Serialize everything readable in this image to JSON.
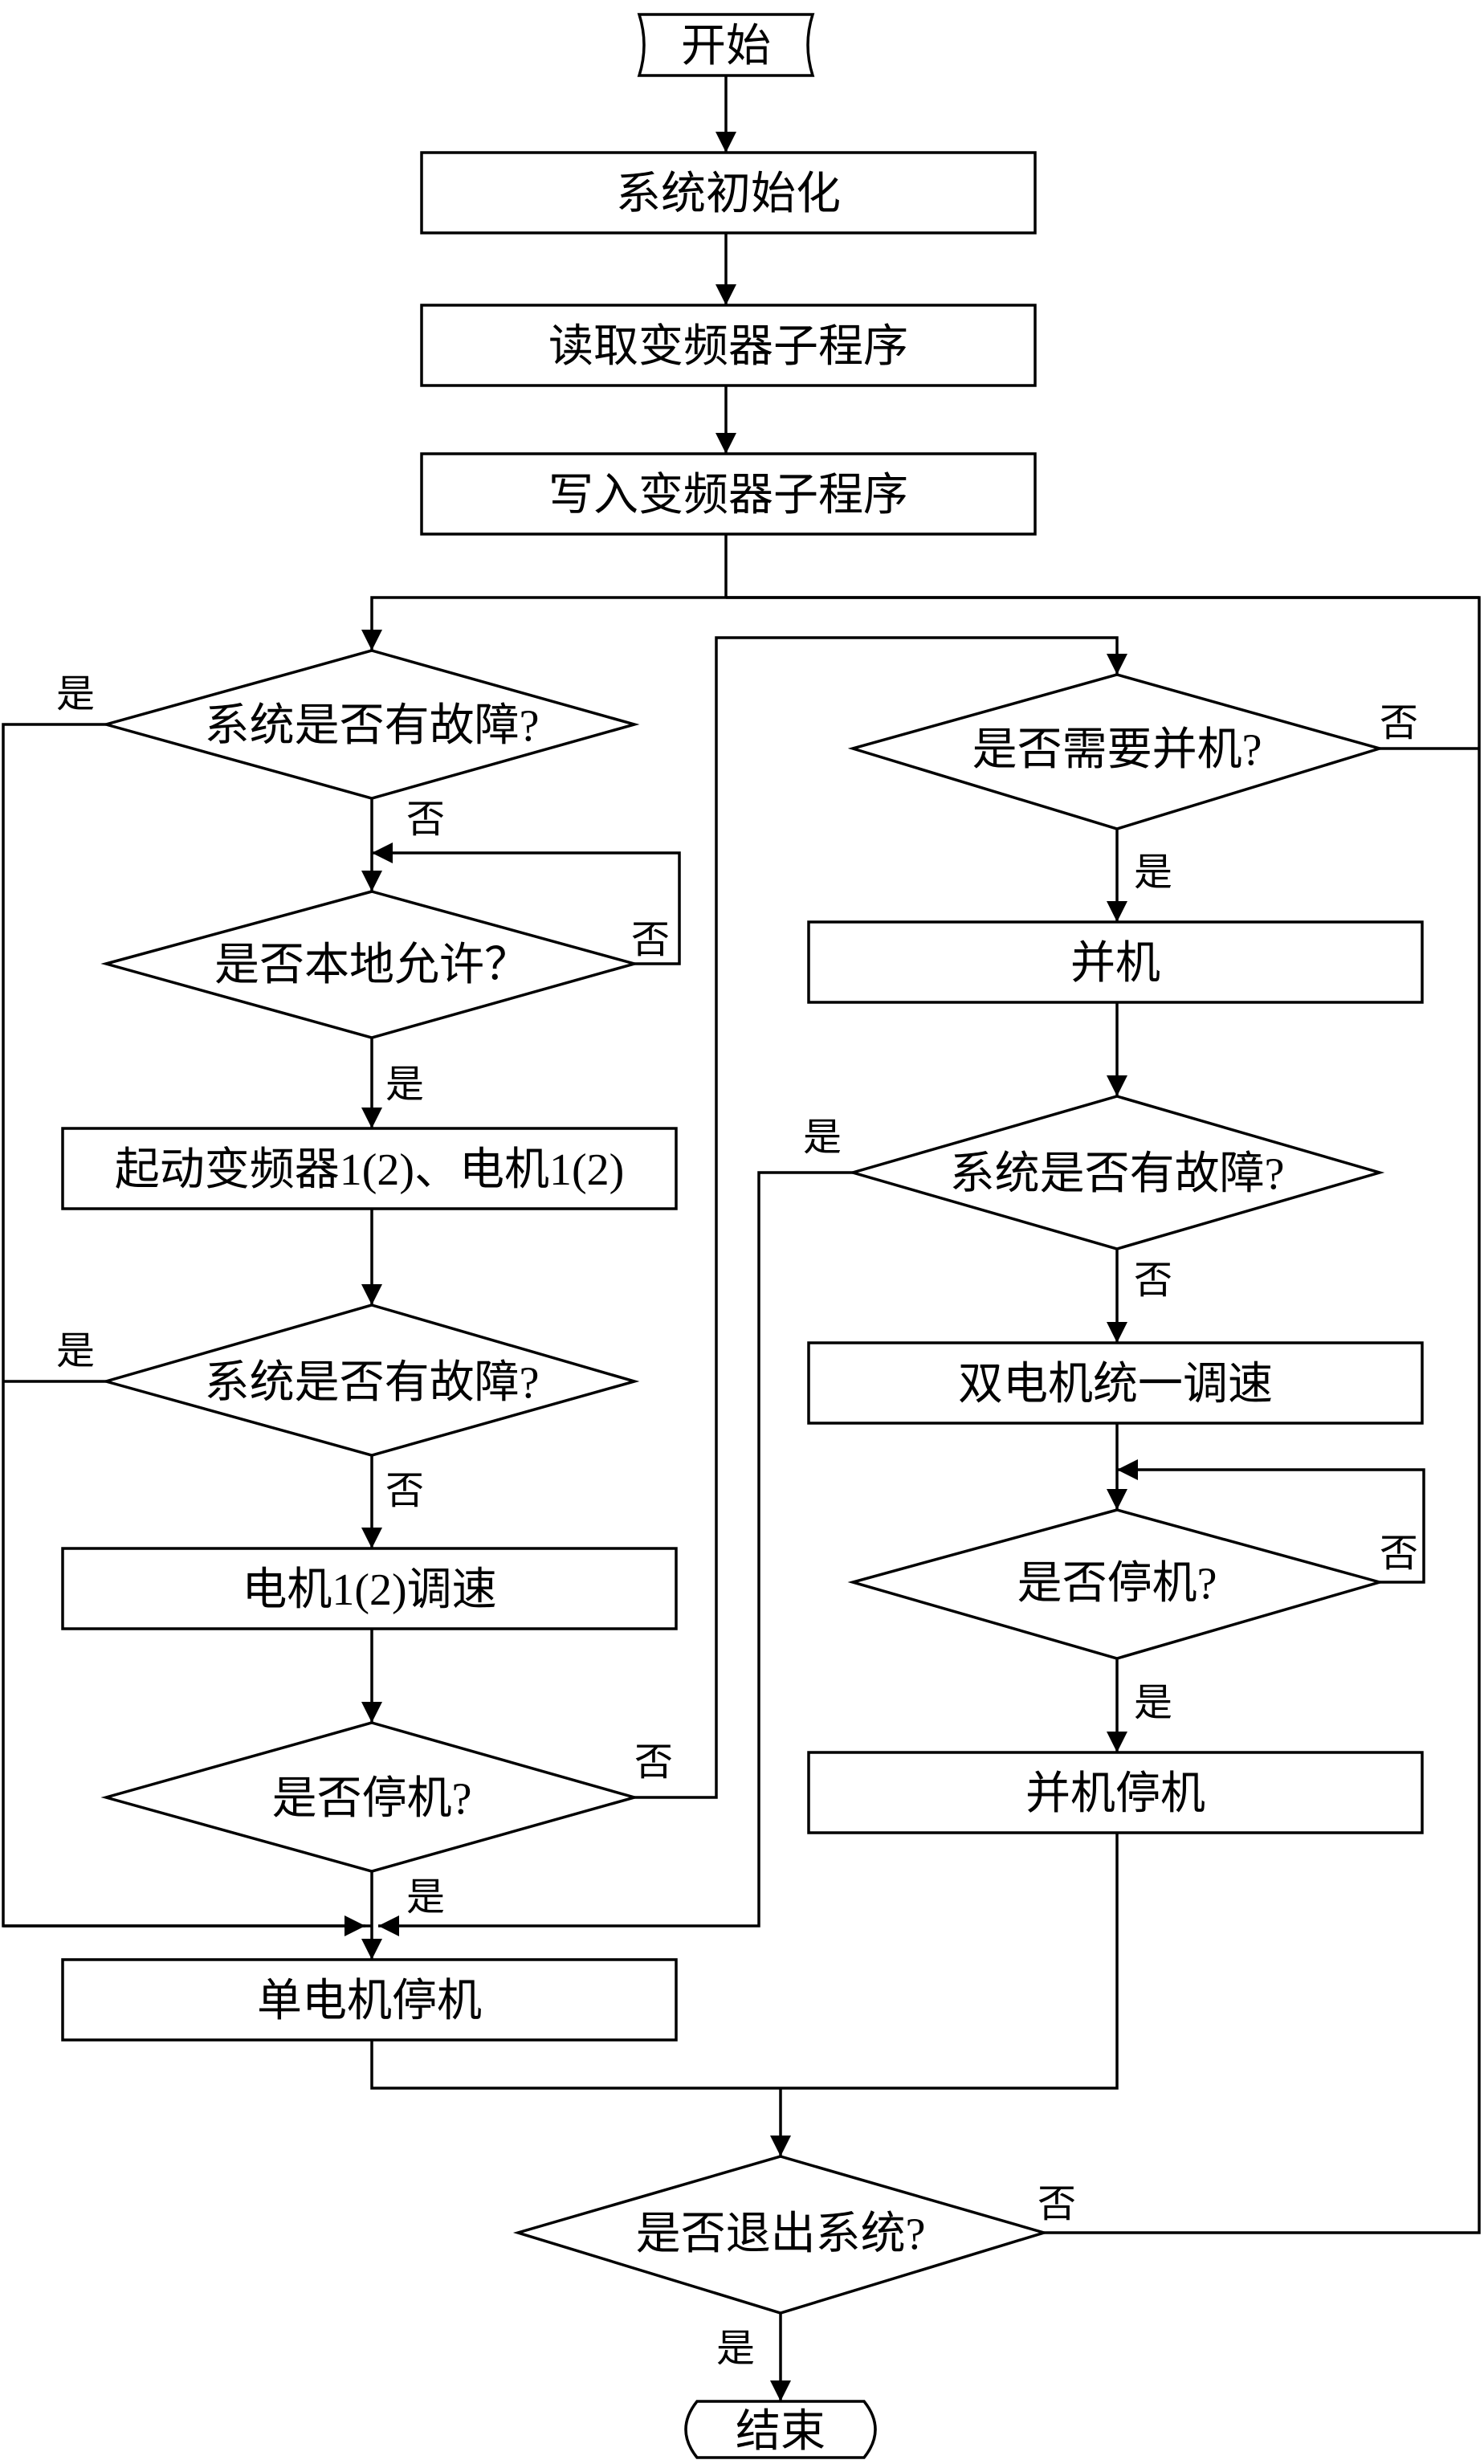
{
  "nodes": {
    "start": "开始",
    "init": "系统初始化",
    "read_vfd": "读取变频器子程序",
    "write_vfd": "写入变频器子程序",
    "fault_check_1": "系统是否有故障?",
    "local_permit": "是否本地允许？",
    "start_vfd_motor": "起动变频器1(2)、电机1(2)",
    "fault_check_2": "系统是否有故障?",
    "motor_speed": "电机1(2)调速",
    "stop_check_1": "是否停机?",
    "single_stop": "单电机停机",
    "need_parallel": "是否需要并机?",
    "parallel": "并机",
    "fault_check_3": "系统是否有故障?",
    "dual_speed": "双电机统一调速",
    "stop_check_2": "是否停机?",
    "parallel_stop": "并机停机",
    "exit_check": "是否退出系统?",
    "end": "结束"
  },
  "branch_labels": {
    "fault1_yes": "是",
    "fault1_no": "否",
    "permit_no": "否",
    "permit_yes": "是",
    "fault2_yes": "是",
    "fault2_no": "否",
    "stop1_no": "否",
    "stop1_yes": "是",
    "need_parallel_no": "否",
    "need_parallel_yes": "是",
    "fault3_yes": "是",
    "fault3_no": "否",
    "stop2_no": "否",
    "stop2_yes": "是",
    "exit_no": "否",
    "exit_yes": "是"
  },
  "colors": {
    "stroke": "#000000",
    "background": "#ffffff"
  }
}
